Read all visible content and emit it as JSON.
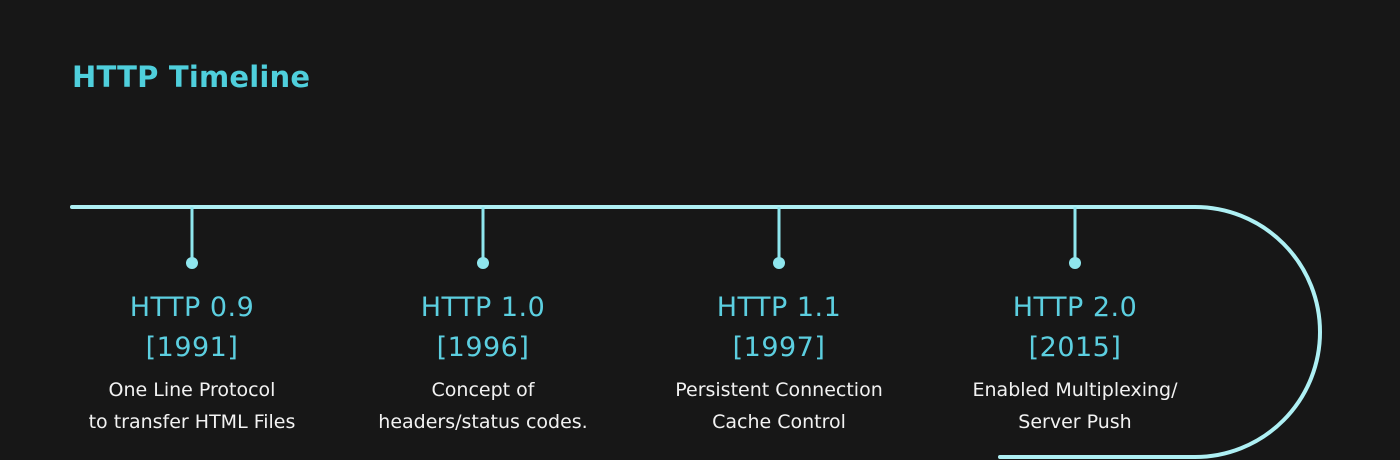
{
  "title": "HTTP Timeline",
  "colors": {
    "background": "#171717",
    "accent": "#5ccfe0",
    "text": "#f2f2f2"
  },
  "milestones": [
    {
      "version": "HTTP 0.9",
      "year": "[1991]",
      "description": "One Line Protocol\nto transfer HTML Files"
    },
    {
      "version": "HTTP 1.0",
      "year": "[1996]",
      "description": "Concept of\nheaders/status codes."
    },
    {
      "version": "HTTP 1.1",
      "year": "[1997]",
      "description": "Persistent Connection\nCache Control"
    },
    {
      "version": "HTTP 2.0",
      "year": "[2015]",
      "description": "Enabled Multiplexing/\nServer Push"
    }
  ]
}
